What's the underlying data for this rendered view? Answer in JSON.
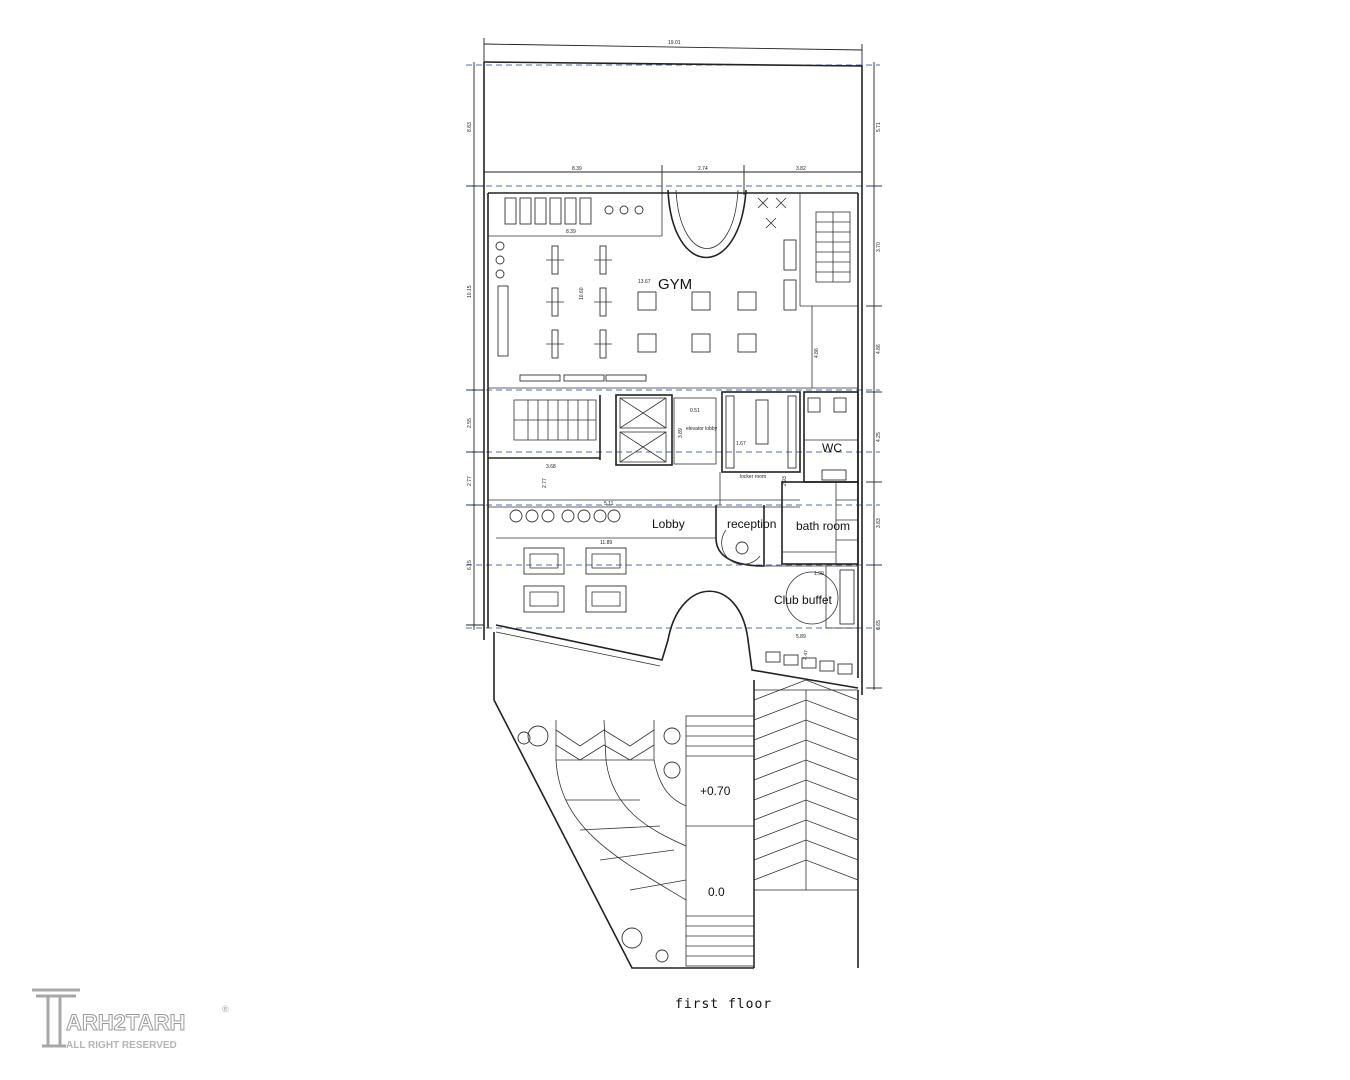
{
  "drawing": {
    "caption": "first floor",
    "rooms": {
      "gym": "GYM",
      "elevator_lobby": "elevator lobby",
      "locker_room": "locker room",
      "wc": "WC",
      "lobby": "Lobby",
      "reception": "reception",
      "bath_room": "bath room",
      "club_buffet": "Club buffet"
    },
    "levels": {
      "upper": "+0.70",
      "lower": "0.0"
    },
    "dimensions": {
      "top_total": "19.01",
      "top_seg_1": "8.39",
      "top_seg_2": "2.74",
      "top_seg_3": "3.82",
      "left_1": "8.83",
      "left_2": "10.15",
      "left_3": "2.55",
      "left_4": "2.77",
      "left_5": "6.15",
      "right_1": "5.71",
      "right_2": "3.70",
      "right_3": "4.86",
      "right_4": "4.25",
      "right_5": "3.83",
      "right_6": "6.65",
      "gym_width": "13.67",
      "gym_depth": "10.60",
      "gym_inner": "4.86",
      "lobby_width": "11.89",
      "stair_dim": "3.68",
      "corridor": "5.11",
      "elev_w": "0.51",
      "elev_h": "3.89",
      "locker_w": "1.67",
      "locker_h": "2.93",
      "buffet_w": "1.99",
      "buffet_dim": "2.47",
      "curve_dim": "5.89"
    }
  },
  "watermark": {
    "brand": "ARH2TARH",
    "tagline": "ALL RIGHT RESERVED",
    "registered": "®"
  },
  "colors": {
    "line": "#222222",
    "axis": "#1a3fa8",
    "watermark": "#9a9a9a"
  }
}
